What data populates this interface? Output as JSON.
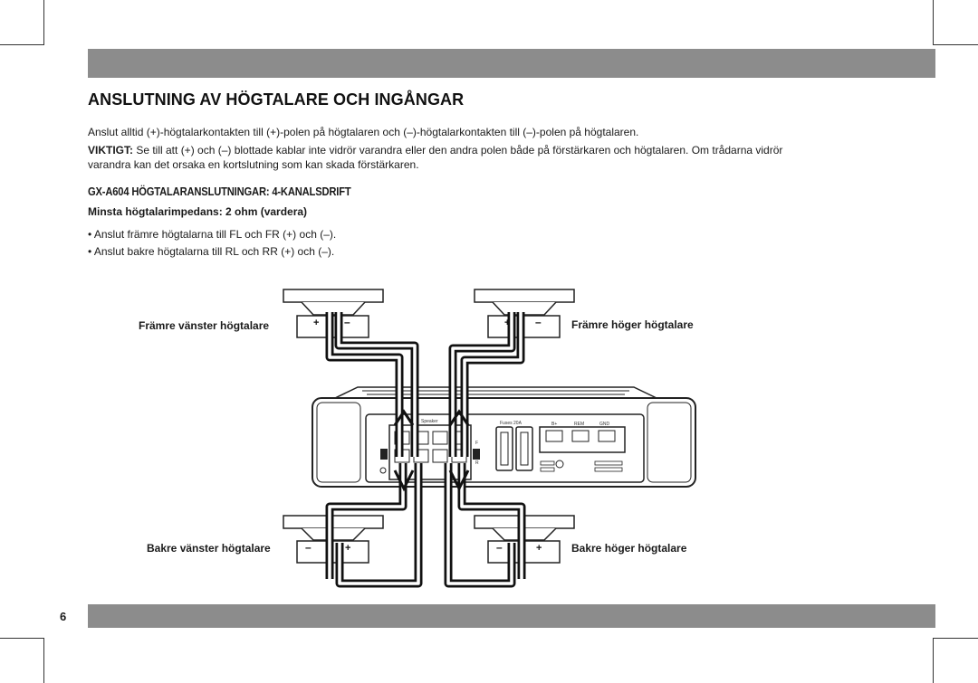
{
  "heading": "ANSLUTNING AV HÖGTALARE OCH INGÅNGAR",
  "intro": "Anslut alltid (+)-högtalarkontakten till (+)-polen på högtalaren och (–)-högtalarkontakten till (–)-polen på högtalaren.",
  "important": {
    "label": "VIKTIGT:",
    "line1": " Se till att (+) och (–) blottade kablar inte vidrör varandra eller den andra polen både på förstärkaren och högtalaren. Om trådarna vidrör",
    "line2": "varandra kan det orsaka en kortslutning som kan skada förstärkaren."
  },
  "subheading": "GX-A604 HÖGTALARANSLUTNINGAR: 4-KANALSDRIFT",
  "impedance": "Minsta högtalarimpedans: 2 ohm (vardera)",
  "bullets": [
    "• Anslut främre högtalarna till FL och FR (+) och (–).",
    "• Anslut bakre högtalarna till RL och RR (+) och (–)."
  ],
  "speakers": {
    "front_left": "Främre vänster högtalare",
    "front_right": "Främre höger högtalare",
    "rear_left": "Bakre vänster högtalare",
    "rear_right": "Bakre höger högtalare",
    "plus": "+",
    "minus": "–"
  },
  "amplifier": {
    "speaker_label": "Speaker",
    "fuses_label": "Fuses 20A",
    "b_plus": "B+",
    "rem": "REM",
    "gnd": "GND",
    "f": "F",
    "r": "R"
  },
  "page_number": "6"
}
